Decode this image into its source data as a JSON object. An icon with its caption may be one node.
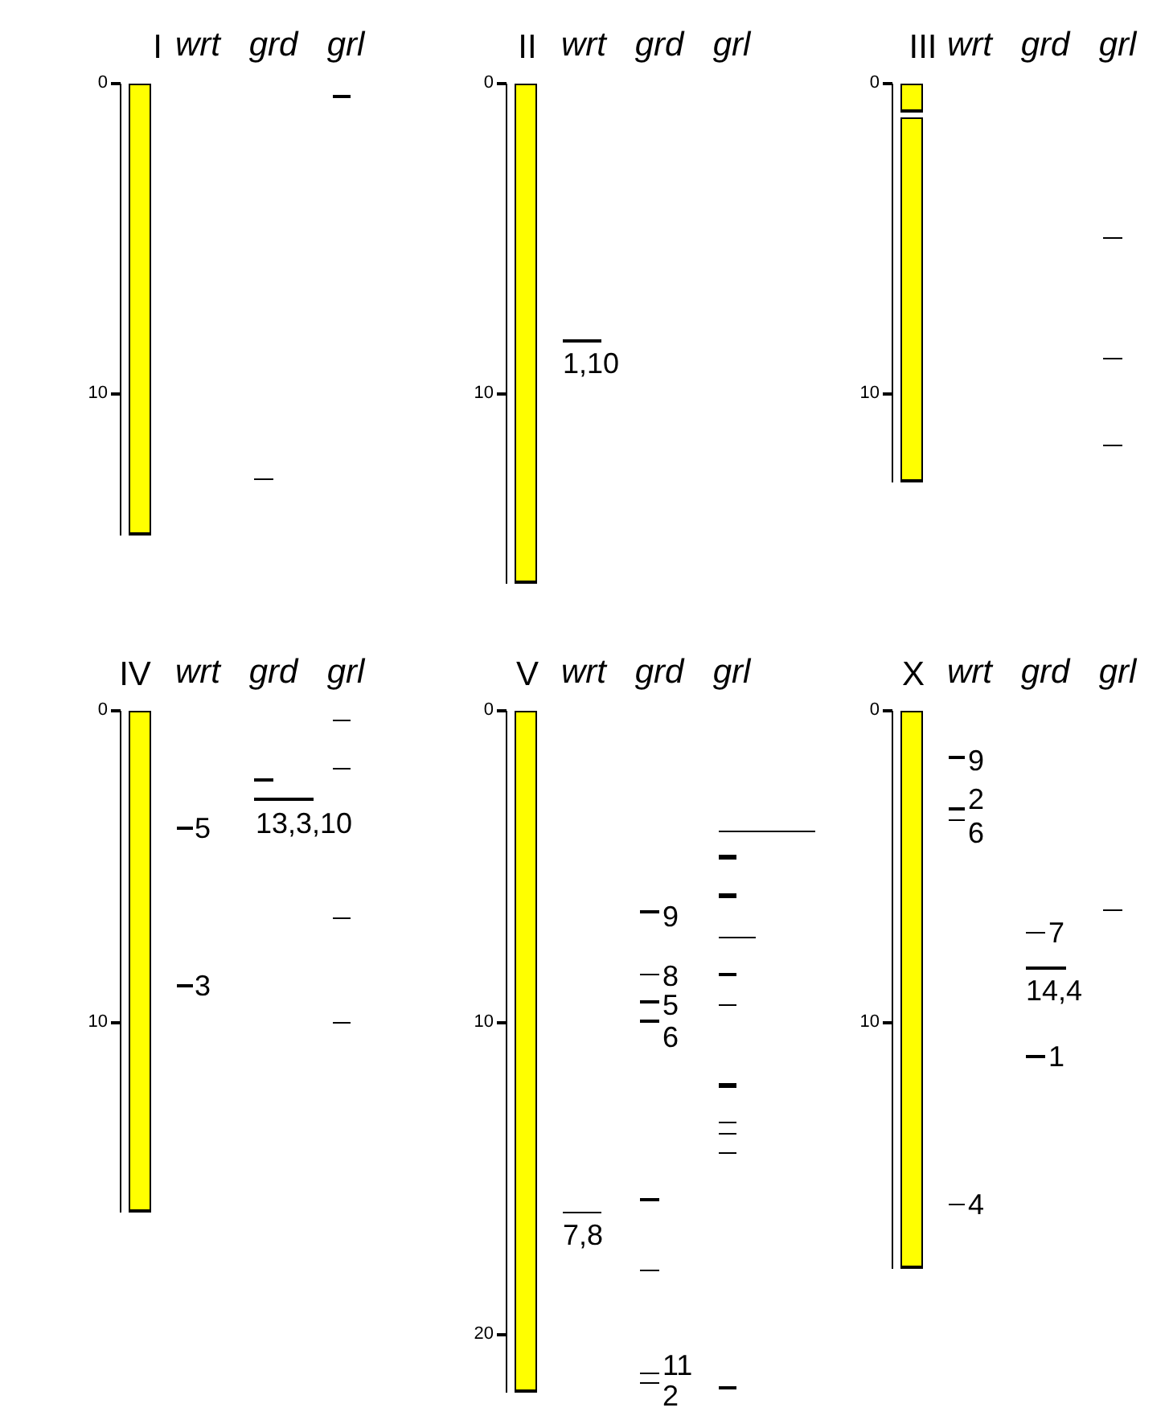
{
  "diagram": {
    "nodes": [
      {
        "text": [
          "I"
        ]
      },
      {
        "text": [
          "II"
        ]
      },
      {
        "text": [
          "III"
        ]
      },
      {
        "text": [],
        "shape": "bar"
      },
      {
        "text": [
          "IV"
        ]
      },
      {
        "text": [
          "V"
        ]
      },
      {
        "text": [
          "X"
        ]
      }
    ],
    "edges": [],
    "labels": [
      "wrt",
      "grd",
      "grl",
      "0",
      "10",
      "wrt",
      "grd",
      "grl",
      "0",
      "10",
      "1,10",
      "wrt",
      "grd",
      "grl",
      "0",
      "10",
      "wrt",
      "grd",
      "grl",
      "0",
      "10",
      "5",
      "3",
      "13,3,10",
      "wrt",
      "grd",
      "grl",
      "0",
      "10",
      "20",
      "7,8",
      "9",
      "8",
      "5",
      "6",
      "11",
      "2",
      "wrt",
      "grd",
      "grl",
      "0",
      "10",
      "9",
      "2",
      "6",
      "4",
      "7",
      "14,4",
      "1"
    ]
  }
}
